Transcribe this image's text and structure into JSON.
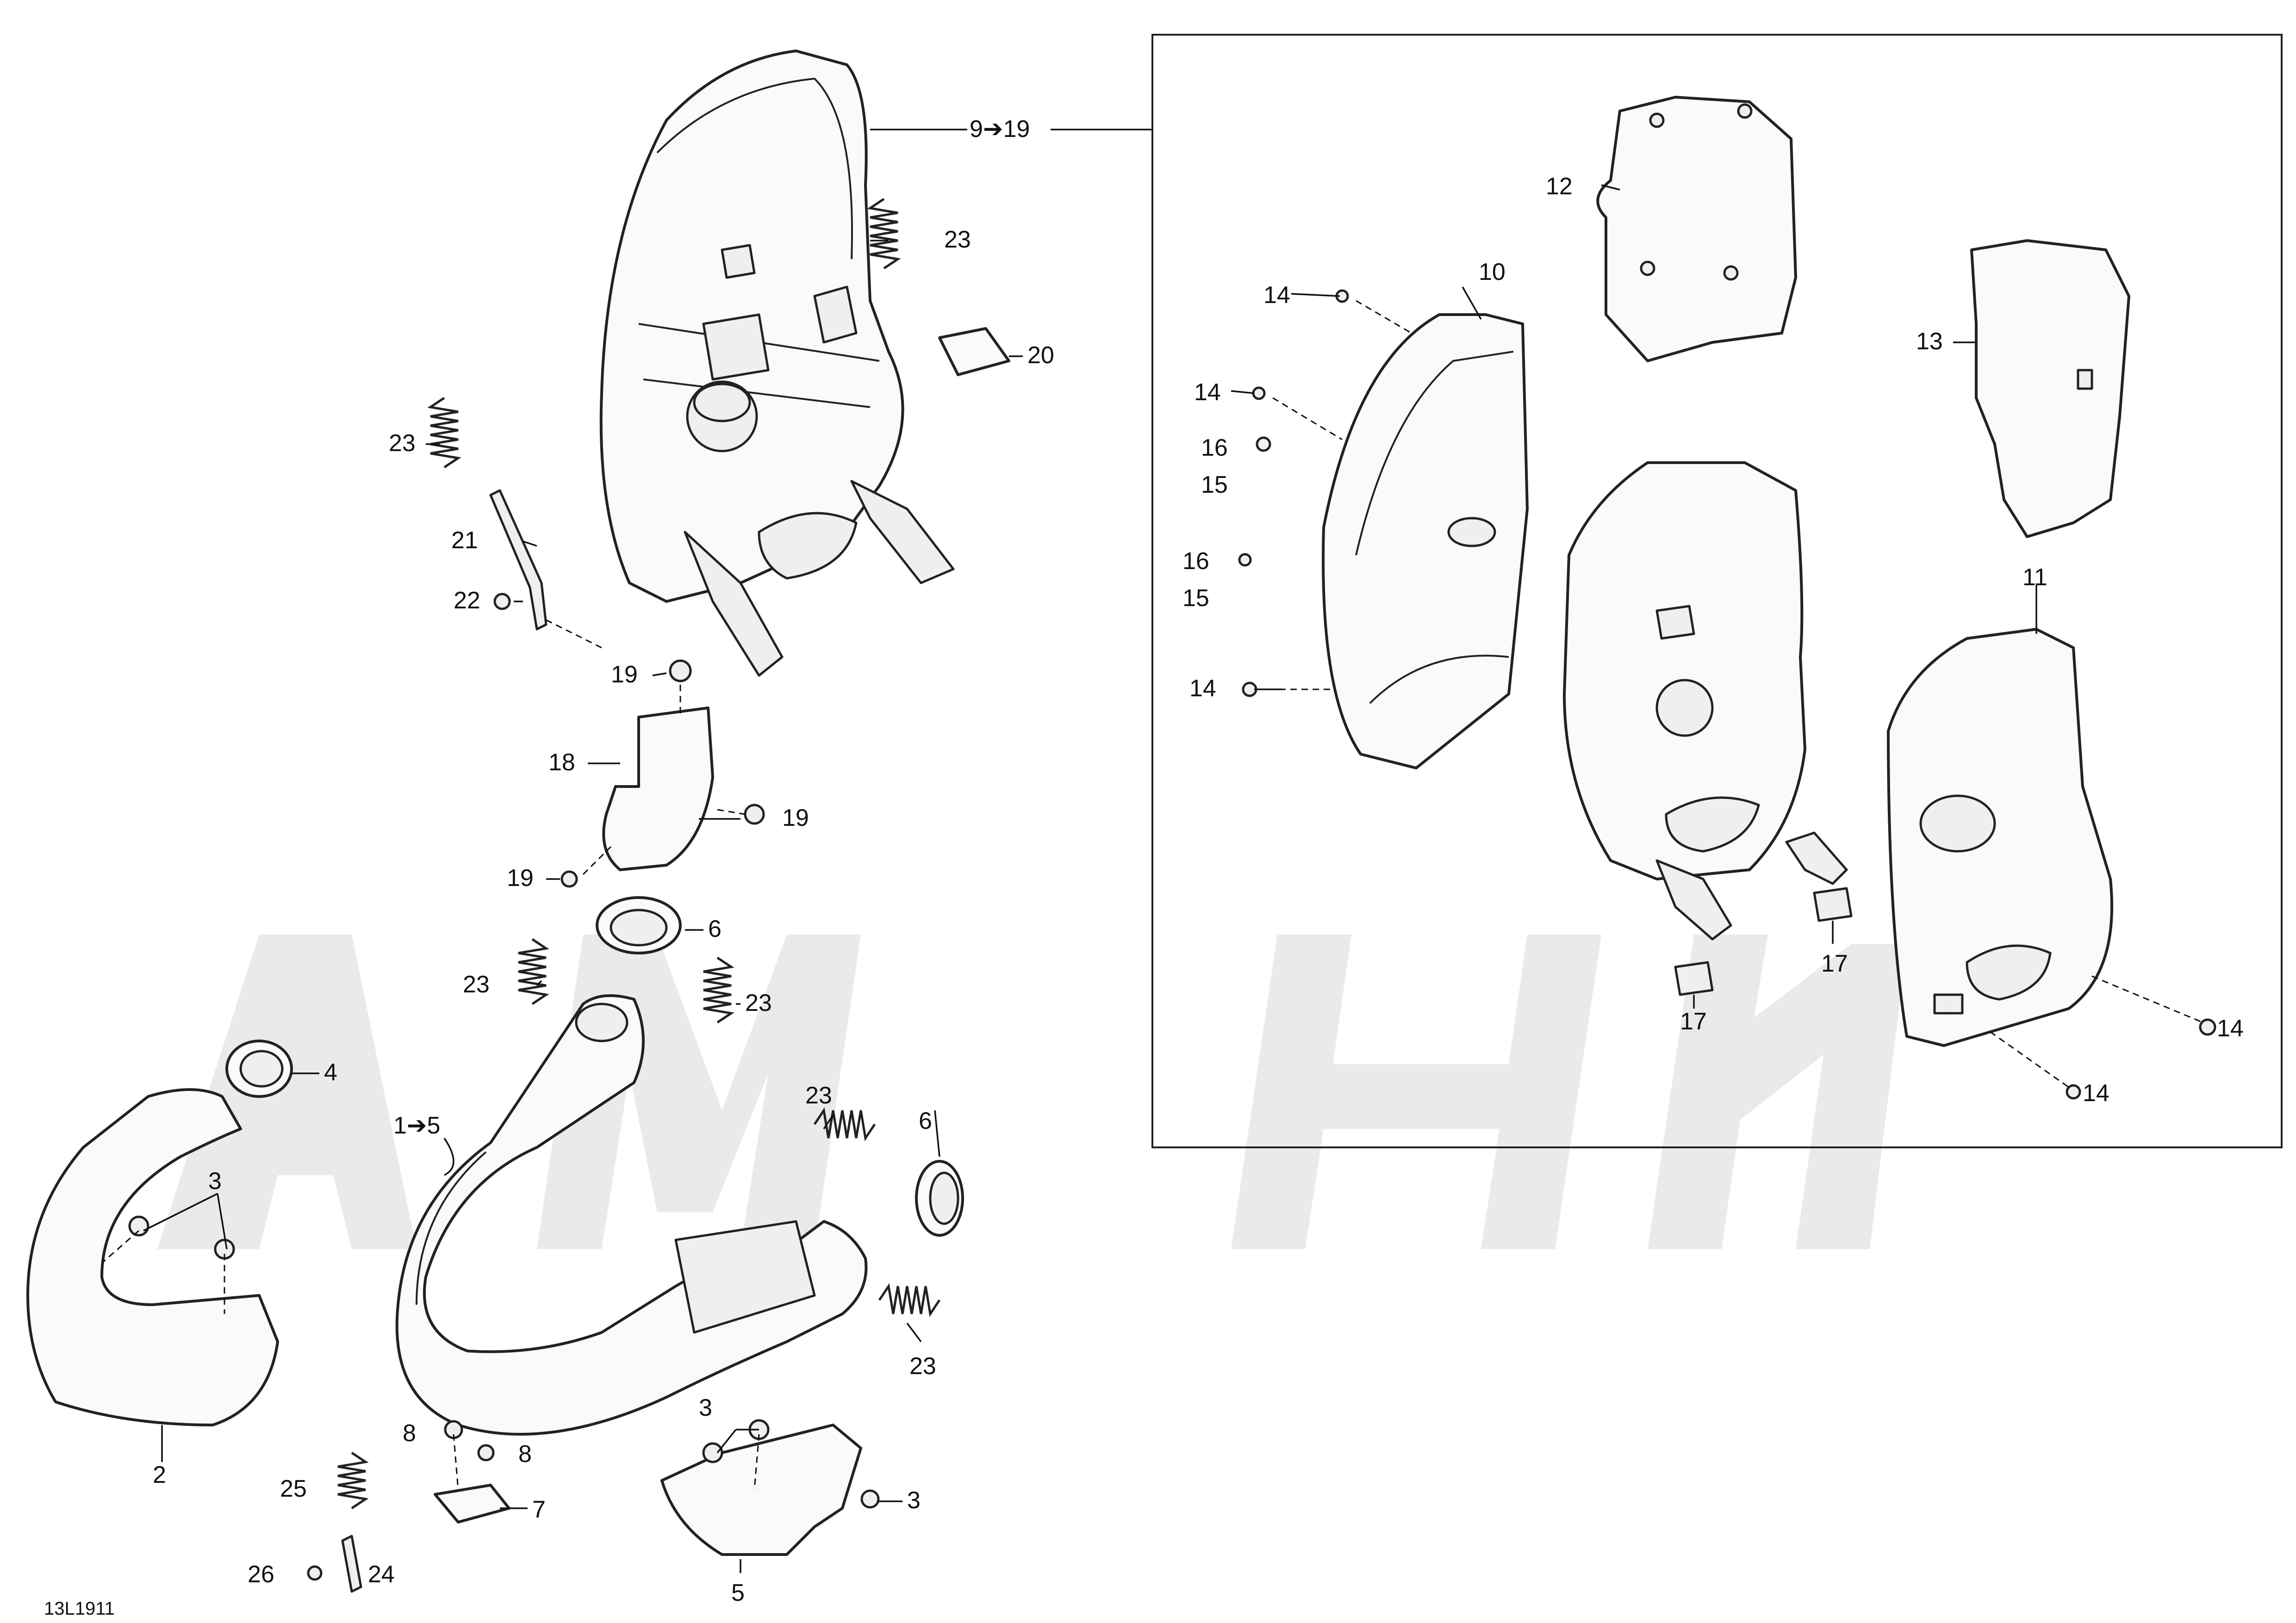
{
  "diagram": {
    "drawing_code": "13L1911",
    "callouts": {
      "c1_5": "1➔5",
      "c2": "2",
      "c3a": "3",
      "c3b": "3",
      "c3c": "3",
      "c4": "4",
      "c5": "5",
      "c6a": "6",
      "c6b": "6",
      "c7": "7",
      "c8a": "8",
      "c8b": "8",
      "c9_19": "9➔19",
      "c10": "10",
      "c11": "11",
      "c12": "12",
      "c13": "13",
      "c14a": "14",
      "c14b": "14",
      "c14c": "14",
      "c14d": "14",
      "c14e": "14",
      "c15a": "15",
      "c15b": "15",
      "c16a": "16",
      "c16b": "16",
      "c17a": "17",
      "c17b": "17",
      "c18": "18",
      "c19a": "19",
      "c19b": "19",
      "c19c": "19",
      "c20": "20",
      "c21": "21",
      "c22": "22",
      "c23a": "23",
      "c23b": "23",
      "c23c": "23",
      "c23d": "23",
      "c23e": "23",
      "c23f": "23",
      "c24": "24",
      "c25": "25",
      "c26": "26"
    }
  }
}
